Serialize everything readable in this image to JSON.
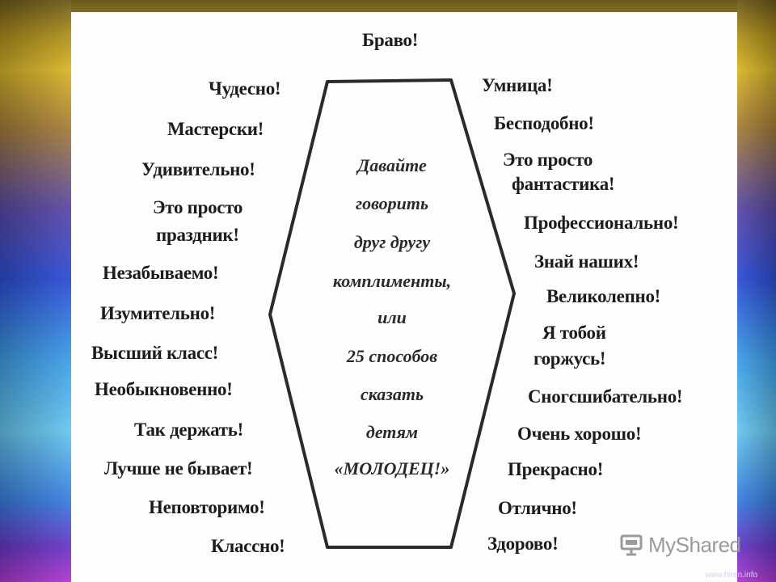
{
  "title_word": "Браво!",
  "left_words": [
    "Чудесно!",
    "Мастерски!",
    "Удивительно!",
    "Это просто",
    "праздник!",
    "Незабываемо!",
    "Изумительно!",
    "Высший класс!",
    "Необыкновенно!",
    "Так держать!",
    "Лучше не бывает!",
    "Неповторимо!",
    "Классно!"
  ],
  "right_words": [
    "Умница!",
    "Бесподобно!",
    "Это просто",
    "фантастика!",
    "Профессионально!",
    "Знай наших!",
    "Великолепно!",
    "Я тобой",
    "горжусь!",
    "Сногсшибательно!",
    "Очень хорошо!",
    "Прекрасно!",
    "Отлично!",
    "Здорово!"
  ],
  "center_lines": [
    "Давайте",
    "говорить",
    "друг другу",
    "комплименты,",
    "или",
    "25 способов",
    "сказать",
    "детям",
    "«МОЛОДЕЦ!»"
  ],
  "logo": {
    "text": "MyShared",
    "icon": "presentation-board-icon"
  },
  "watermark": "www.hiren.info",
  "colors": {
    "paper": "#fdfdfb",
    "text": "#1c1c1c",
    "hexagon_stroke": "#2a2a2a"
  }
}
